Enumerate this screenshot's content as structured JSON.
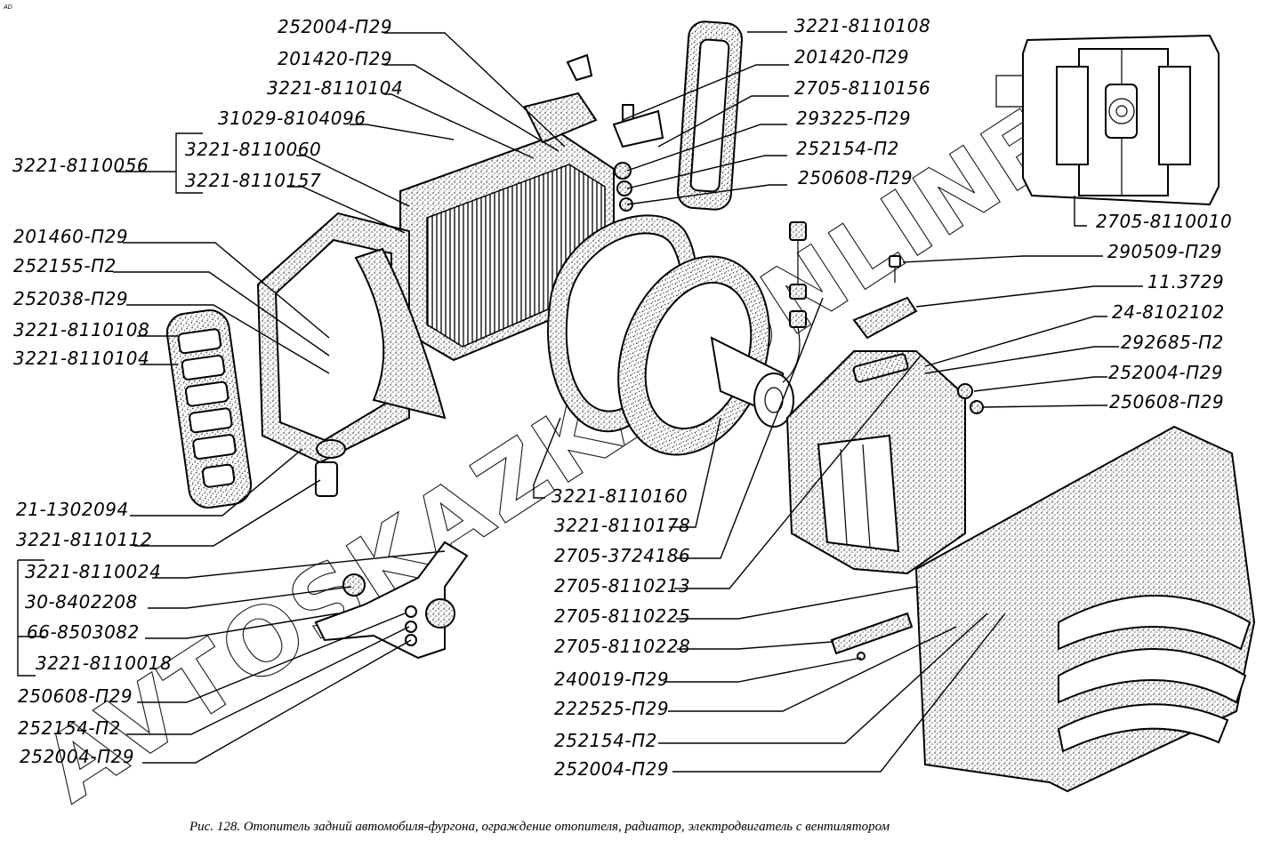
{
  "corner_mark": "АD",
  "caption": "Рис. 128. Отопитель задний автомобиля-фургона, ограждение отопителя, радиатор, электродвигатель с вентилятором",
  "watermark": "AVTOSKAZKA.ONLINE",
  "labels": {
    "top_left": [
      {
        "id": "tl0",
        "text": "252004-П29"
      },
      {
        "id": "tl1",
        "text": "201420-П29"
      },
      {
        "id": "tl2",
        "text": "3221-8110104"
      },
      {
        "id": "tl3",
        "text": "31029-8104096"
      },
      {
        "id": "tl4",
        "text": "3221-8110060"
      },
      {
        "id": "tl5",
        "text": "3221-8110157"
      }
    ],
    "assembly_left": {
      "text": "3221-8110056"
    },
    "left_mid": [
      {
        "id": "lm0",
        "text": "201460-П29"
      },
      {
        "id": "lm1",
        "text": "252155-П2"
      },
      {
        "id": "lm2",
        "text": "252038-П29"
      },
      {
        "id": "lm3",
        "text": "3221-8110108"
      },
      {
        "id": "lm4",
        "text": "3221-8110104"
      }
    ],
    "left_bottom": [
      {
        "id": "lb0",
        "text": "21-1302094"
      },
      {
        "id": "lb1",
        "text": "3221-8110112"
      },
      {
        "id": "lb2",
        "text": "3221-8110024"
      },
      {
        "id": "lb3",
        "text": "30-8402208"
      },
      {
        "id": "lb4",
        "text": "66-8503082"
      },
      {
        "id": "lb5",
        "text": "3221-8110018"
      },
      {
        "id": "lb6",
        "text": "250608-П29"
      },
      {
        "id": "lb7",
        "text": "252154-П2"
      },
      {
        "id": "lb8",
        "text": "252004-П29"
      }
    ],
    "top_right": [
      {
        "id": "tr0",
        "text": "3221-8110108"
      },
      {
        "id": "tr1",
        "text": "201420-П29"
      },
      {
        "id": "tr2",
        "text": "2705-8110156"
      },
      {
        "id": "tr3",
        "text": "293225-П29"
      },
      {
        "id": "tr4",
        "text": "252154-П2"
      },
      {
        "id": "tr5",
        "text": "250608-П29"
      }
    ],
    "right": [
      {
        "id": "r0",
        "text": "2705-8110010"
      },
      {
        "id": "r1",
        "text": "290509-П29"
      },
      {
        "id": "r2",
        "text": "11.3729"
      },
      {
        "id": "r3",
        "text": "24-8102102"
      },
      {
        "id": "r4",
        "text": "292685-П2"
      },
      {
        "id": "r5",
        "text": "252004-П29"
      },
      {
        "id": "r6",
        "text": "250608-П29"
      }
    ],
    "center_bottom": [
      {
        "id": "cb0",
        "text": "3221-8110160"
      },
      {
        "id": "cb1",
        "text": "3221-8110178"
      },
      {
        "id": "cb2",
        "text": "2705-3724186"
      },
      {
        "id": "cb3",
        "text": "2705-8110213"
      },
      {
        "id": "cb4",
        "text": "2705-8110225"
      },
      {
        "id": "cb5",
        "text": "2705-8110228"
      },
      {
        "id": "cb6",
        "text": "240019-П29"
      },
      {
        "id": "cb7",
        "text": "222525-П29"
      },
      {
        "id": "cb8",
        "text": "252154-П2"
      },
      {
        "id": "cb9",
        "text": "252004-П29"
      }
    ]
  }
}
